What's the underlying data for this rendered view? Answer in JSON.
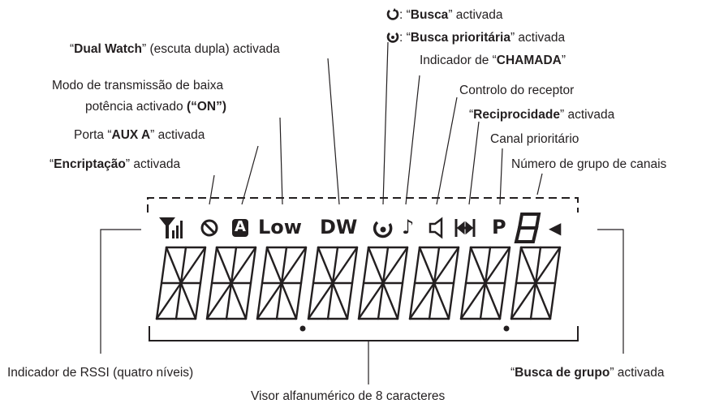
{
  "callouts": {
    "busca": {
      "pre": ": “",
      "bold": "Busca",
      "post": "” activada"
    },
    "busca_prioritaria": {
      "pre": ": “",
      "bold": "Busca prioritária",
      "post": "” activada"
    },
    "dual_watch": {
      "pre": "“",
      "bold": "Dual Watch",
      "post": "” (escuta dupla) activada"
    },
    "chamada": {
      "pre": "Indicador de “",
      "bold": "CHAMADA",
      "post": "”"
    },
    "low_power_line1": "Modo de transmissão de baixa",
    "low_power_line2": {
      "pre": "potência activado ",
      "bold": "(“ON”)"
    },
    "receptor": "Controlo do receptor",
    "reciprocidade": {
      "pre": "“",
      "bold": "Reciprocidade",
      "post": "” activada"
    },
    "aux_a": {
      "pre": "Porta “",
      "bold": "AUX A",
      "post": "” activada"
    },
    "canal_prioritario": "Canal prioritário",
    "encriptacao": {
      "pre": "“",
      "bold": "Encriptação",
      "post": "” activada"
    },
    "grupo_canais": "Número de grupo de canais",
    "rssi": "Indicador de RSSI (quatro níveis)",
    "busca_grupo": {
      "pre": "“",
      "bold": "Busca de grupo",
      "post": "” activada"
    },
    "visor": "Visor alfanumérico de 8 caracteres"
  },
  "lcd_icons": {
    "low": "Low",
    "dw": "DW",
    "p": "P",
    "aux": "A",
    "note": "♪",
    "arrow": "◀",
    "group_digit": "8"
  },
  "colors": {
    "ink": "#231f20",
    "background": "#ffffff"
  }
}
